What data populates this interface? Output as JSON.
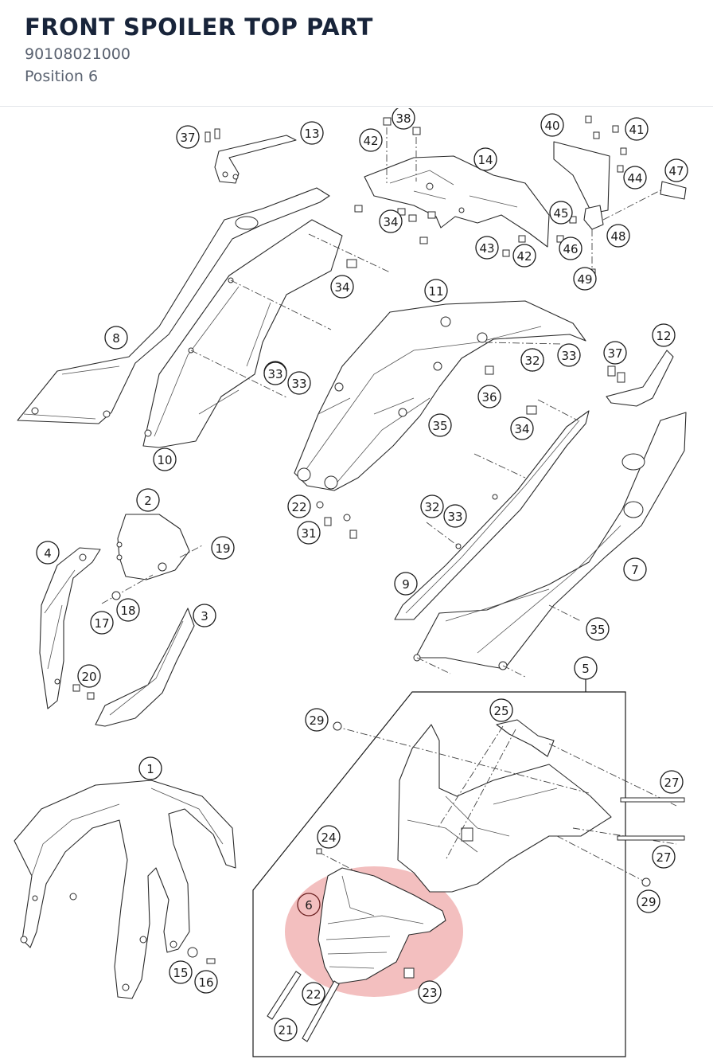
{
  "header": {
    "title": "FRONT SPOILER TOP PART",
    "part_number": "90108021000",
    "position": "Position 6"
  },
  "diagram": {
    "highlight_color": "#e98a8a",
    "highlighted_callout": "6",
    "callouts": [
      "37",
      "13",
      "42",
      "38",
      "14",
      "40",
      "41",
      "44",
      "47",
      "45",
      "46",
      "48",
      "49",
      "43",
      "42",
      "34",
      "34",
      "8",
      "11",
      "37",
      "12",
      "33",
      "32",
      "36",
      "32",
      "33",
      "33",
      "32",
      "35",
      "34",
      "10",
      "2",
      "22",
      "31",
      "32",
      "33",
      "19",
      "4",
      "18",
      "17",
      "3",
      "9",
      "7",
      "35",
      "20",
      "5",
      "29",
      "25",
      "1",
      "27",
      "24",
      "27",
      "29",
      "6",
      "23",
      "15",
      "16",
      "22",
      "21"
    ]
  }
}
